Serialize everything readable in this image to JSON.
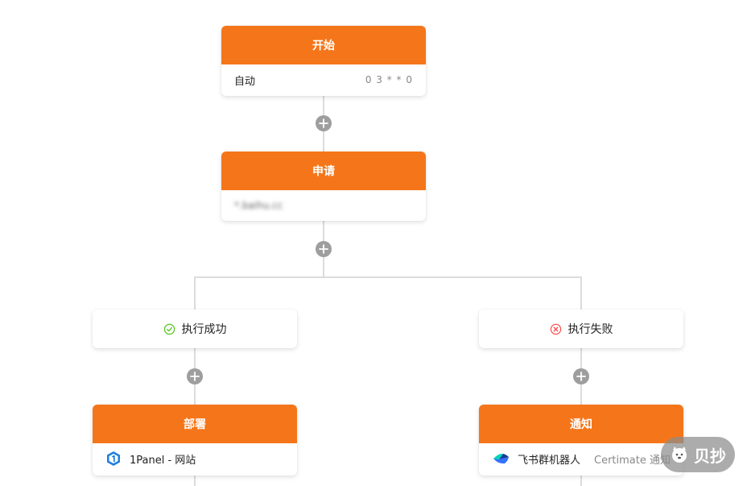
{
  "workflow": {
    "start_node": {
      "title": "开始",
      "label": "自动",
      "cron": "0 3 * * 0"
    },
    "apply_node": {
      "title": "申请",
      "domain_blurred": "*.baihu.cc"
    },
    "success_branch": {
      "label": "执行成功",
      "icon": "check-circle-icon",
      "color": "#52c41a"
    },
    "failure_branch": {
      "label": "执行失败",
      "icon": "close-circle-icon",
      "color": "#ff4d4f"
    },
    "deploy_node": {
      "title": "部署",
      "provider": "1Panel - 网站",
      "icon": "1panel-logo-icon"
    },
    "notify_node": {
      "title": "通知",
      "provider": "飞书群机器人",
      "subtext": "Certimate 通知",
      "icon": "feishu-logo-icon"
    }
  },
  "theme": {
    "accent": "#f5761a",
    "line": "#dcdcdc",
    "add_button": "#9e9e9e"
  },
  "watermark": {
    "text": "贝抄",
    "icon": "dog-icon"
  }
}
